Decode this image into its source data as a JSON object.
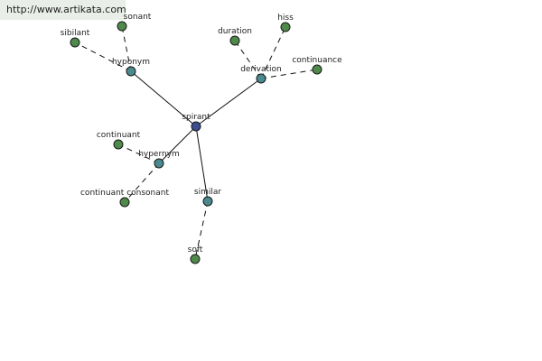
{
  "watermark": {
    "text": "http://www.artikata.com"
  },
  "graph": {
    "center": {
      "id": "spirant",
      "label": "spirant",
      "color": "#3b4f8f"
    },
    "relations": [
      {
        "id": "hyponym",
        "label": "hyponym",
        "color": "#4a8a8e"
      },
      {
        "id": "derivation",
        "label": "derivation",
        "color": "#4a8a8e"
      },
      {
        "id": "hypernym",
        "label": "hypernym",
        "color": "#4a8a8e"
      },
      {
        "id": "similar",
        "label": "similar",
        "color": "#4a8a8e"
      }
    ],
    "terms": [
      {
        "id": "consonant",
        "label": "sonant",
        "relation": "hyponym",
        "color": "#4e8a4a"
      },
      {
        "id": "sibilant",
        "label": "sibilant",
        "relation": "hyponym",
        "color": "#4e8a4a"
      },
      {
        "id": "duration",
        "label": "duration",
        "relation": "derivation",
        "color": "#4e8a4a"
      },
      {
        "id": "hiss",
        "label": "hiss",
        "relation": "derivation",
        "color": "#4e8a4a"
      },
      {
        "id": "continuance",
        "label": "continuance",
        "relation": "derivation",
        "color": "#4e8a4a"
      },
      {
        "id": "continuant",
        "label": "continuant",
        "relation": "hypernym",
        "color": "#4e8a4a"
      },
      {
        "id": "continuant-consonant",
        "label": "continuant consonant",
        "relation": "hypernym",
        "color": "#4e8a4a"
      },
      {
        "id": "soft",
        "label": "soft",
        "relation": "similar",
        "color": "#4e8a4a"
      }
    ]
  }
}
